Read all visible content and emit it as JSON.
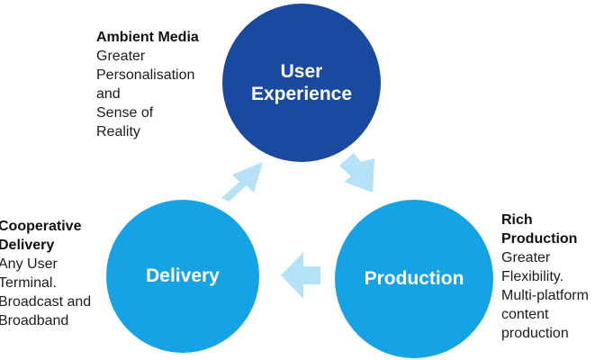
{
  "colors": {
    "dark_blue": "#1a4aa0",
    "light_blue": "#15a3e6",
    "arrow": "#b6e2f8"
  },
  "circles": {
    "user_experience": {
      "line1": "User",
      "line2": "Experience"
    },
    "delivery": {
      "label": "Delivery"
    },
    "production": {
      "label": "Production"
    }
  },
  "ambient_media": {
    "heading": "Ambient Media",
    "lines": [
      "Greater",
      "Personalisation",
      "and",
      "Sense of",
      "Reality"
    ]
  },
  "cooperative_delivery": {
    "heading_lines": [
      "Cooperative",
      "Delivery"
    ],
    "lines": [
      "Any User",
      "Terminal.",
      "Broadcast and",
      "Broadband"
    ]
  },
  "rich_production": {
    "heading_lines": [
      "Rich",
      "Production"
    ],
    "lines": [
      "Greater",
      "Flexibility.",
      "Multi-platform",
      "content",
      "production"
    ]
  }
}
